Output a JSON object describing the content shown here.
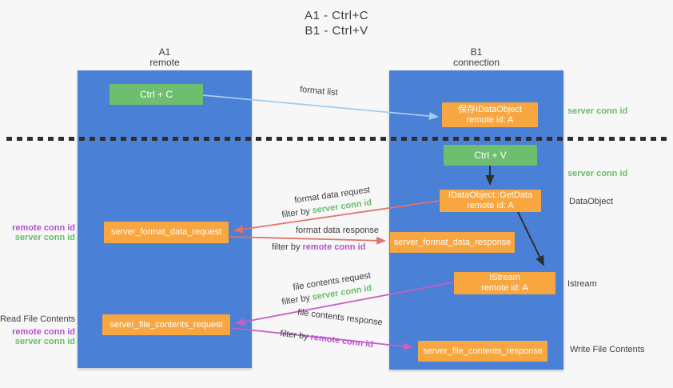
{
  "title": {
    "line1": "A1 - Ctrl+C",
    "line2": "B1 - Ctrl+V"
  },
  "columns": {
    "left": {
      "header_line1": "A1",
      "header_line2": "remote"
    },
    "right": {
      "header_line1": "B1",
      "header_line2": "connection"
    }
  },
  "boxes": {
    "ctrl_c": "Ctrl + C",
    "ctrl_v": "Ctrl + V",
    "save_idataobject": {
      "line1": "保存IDataObject",
      "line2": "remote id: A"
    },
    "idataobject_getdata": {
      "line1": "IDataObject::GetData",
      "line2": "remote id: A"
    },
    "istream": {
      "line1": "IStream",
      "line2": "remote id: A"
    },
    "server_format_data_request": "server_format_data_request",
    "server_format_data_response": "server_format_data_response",
    "server_file_contents_request": "server_file_contents_request",
    "server_file_contents_response": "server_file_contents_response"
  },
  "arrow_labels": {
    "format_list": "format list",
    "format_data_request": "format data request",
    "format_data_response": "format data response",
    "file_contents_request": "file contents request",
    "file_contents_response": "file contents response",
    "filter_by": "filter by ",
    "server_conn_id": "server conn id",
    "remote_conn_id": "remote conn id"
  },
  "side_labels": {
    "server_conn_id_top": "server conn id",
    "server_conn_id_mid": "server conn id",
    "dataobject": "DataObject",
    "istream": "Istream",
    "write_file_contents": "Write File Contents",
    "read_file_contents": "Read File Contents",
    "remote_conn_id": "remote conn id",
    "server_conn_id": "server conn id"
  },
  "colors": {
    "background": "#f7f7f8",
    "lane_blue": "#4a80d5",
    "box_green": "#6fbe70",
    "box_orange": "#f7a640",
    "conn_green": "#67bd68",
    "conn_purple": "#b252ce",
    "arrow_blue": "#a5cdea",
    "arrow_red": "#e2726c",
    "arrow_magenta": "#c85fc5",
    "arrow_black": "#2e2e2e",
    "text_dark": "#3d3d3d"
  }
}
